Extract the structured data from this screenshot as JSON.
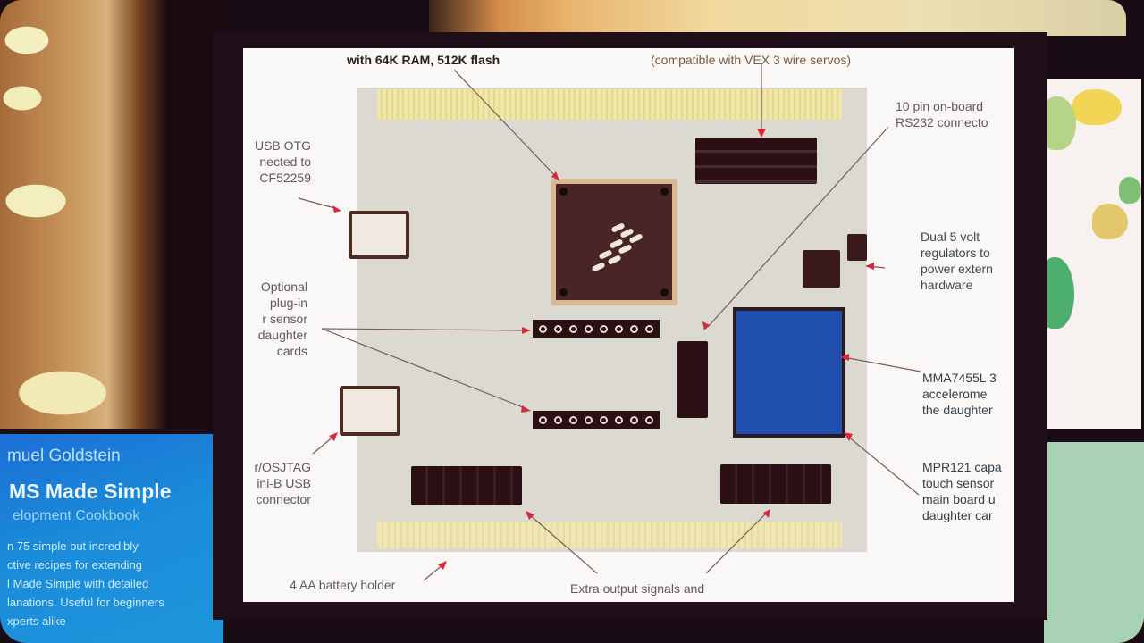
{
  "scene": {
    "description": "Video frame of a slide showing a labeled electronics dev board, with book cover and map in background",
    "colors": {
      "frame": "#1f0f18",
      "slide": "#faf7f7",
      "arrow": "#d7283a",
      "book_blue": "#1a8bd9",
      "chip": "#4a2526"
    }
  },
  "book": {
    "author": "muel Goldstein",
    "title": "MS Made Simple",
    "subtitle": "elopment Cookbook",
    "blurb": "n 75 simple but incredibly\nctive recipes for extending\nl Made Simple with detailed\nlanations. Useful for beginners\nxperts alike"
  },
  "slide": {
    "labels": {
      "top_left": "with 64K RAM, 512K flash",
      "top_right": "(compatible with VEX 3 wire servos)",
      "rs232": "10 pin on-board\nRS232 connecto",
      "usb_otg": "USB OTG\nnected to\nCF52259",
      "sensor_cards": "Optional\nplug-in\nr sensor\ndaughter\ncards",
      "osjtag": "r/OSJTAG\nini-B USB\nconnector",
      "regulators": "Dual 5 volt\nregulators to\npower extern\nhardware",
      "accelerometer": "MMA7455L 3\naccelerome\nthe daughter",
      "touch_sensor": "MPR121 capa\ntouch sensor\nmain board u\ndaughter car",
      "battery": "4 AA battery holder",
      "extra_output": "Extra output signals and"
    }
  }
}
